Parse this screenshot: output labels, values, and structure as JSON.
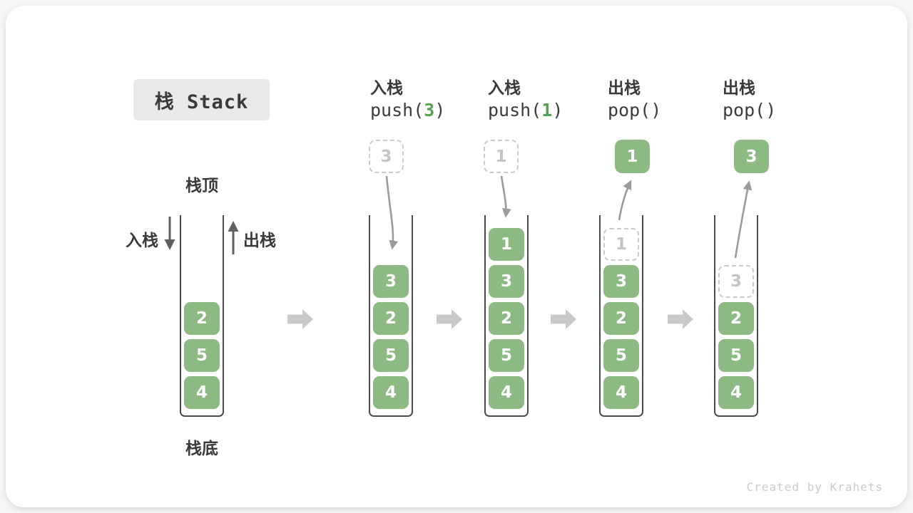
{
  "watermark": "Created by Krahets",
  "title": {
    "text": "栈 Stack"
  },
  "side_labels": {
    "stack_top": "栈顶",
    "stack_bottom": "栈底",
    "push_in": "入栈",
    "pop_out": "出栈"
  },
  "colors": {
    "element_green": "#8db983",
    "code_arg_green": "#55a14f",
    "text_dark": "#3a3a3a",
    "container_wall": "#4a4a4a",
    "ghost_dashed": "#c9c9c9",
    "flow_block_arrow": "#c9c9c9",
    "motion_arrow": "#9b9b9b",
    "title_badge_bg": "#e9e9e9"
  },
  "operations": [
    {
      "label": "入栈",
      "code": {
        "pre": "push(",
        "arg": "3",
        "post": ")"
      }
    },
    {
      "label": "入栈",
      "code": {
        "pre": "push(",
        "arg": "1",
        "post": ")"
      }
    },
    {
      "label": "出栈",
      "code": {
        "pre": "pop(",
        "arg": "",
        "post": ")"
      }
    },
    {
      "label": "出栈",
      "code": {
        "pre": "pop(",
        "arg": "",
        "post": ")"
      }
    }
  ],
  "stacks": [
    {
      "name": "initial",
      "cells": [
        {
          "value": "2"
        },
        {
          "value": "5"
        },
        {
          "value": "4"
        }
      ]
    },
    {
      "name": "after-push-3",
      "floating": {
        "value": "3",
        "kind": "incoming-dashed"
      },
      "cells": [
        {
          "value": "3"
        },
        {
          "value": "2"
        },
        {
          "value": "5"
        },
        {
          "value": "4"
        }
      ]
    },
    {
      "name": "after-push-1",
      "floating": {
        "value": "1",
        "kind": "incoming-dashed"
      },
      "cells": [
        {
          "value": "1"
        },
        {
          "value": "3"
        },
        {
          "value": "2"
        },
        {
          "value": "5"
        },
        {
          "value": "4"
        }
      ]
    },
    {
      "name": "after-pop-1",
      "floating": {
        "value": "1",
        "kind": "popped-solid"
      },
      "cells": [
        {
          "value": "1",
          "kind": "ghost"
        },
        {
          "value": "3"
        },
        {
          "value": "2"
        },
        {
          "value": "5"
        },
        {
          "value": "4"
        }
      ]
    },
    {
      "name": "after-pop-3",
      "floating": {
        "value": "3",
        "kind": "popped-solid"
      },
      "cells": [
        {
          "value": "3",
          "kind": "ghost"
        },
        {
          "value": "2"
        },
        {
          "value": "5"
        },
        {
          "value": "4"
        }
      ]
    }
  ]
}
